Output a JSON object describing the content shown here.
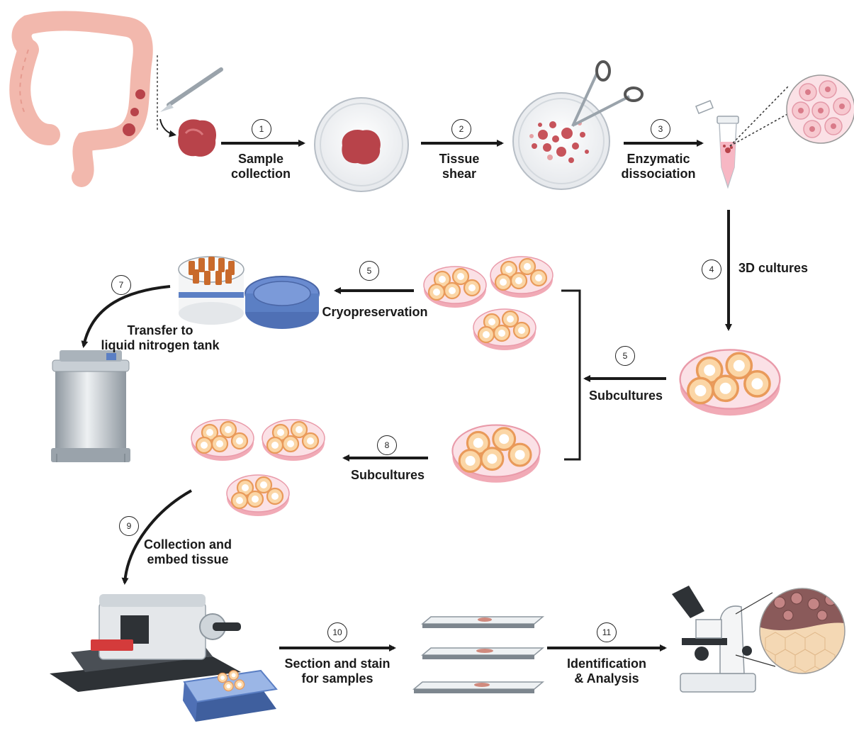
{
  "steps": [
    {
      "number": "1",
      "label_lines": [
        "Sample",
        "collection"
      ]
    },
    {
      "number": "2",
      "label_lines": [
        "Tissue",
        "shear"
      ]
    },
    {
      "number": "3",
      "label_lines": [
        "Enzymatic",
        "dissociation"
      ]
    },
    {
      "number": "4",
      "label_lines": [
        "3D cultures"
      ]
    },
    {
      "number": "5",
      "label_lines": [
        "Subcultures"
      ]
    },
    {
      "number": "5",
      "label_lines": [
        "Cryopreservation"
      ]
    },
    {
      "number": "7",
      "label_lines": [
        "Transfer to",
        "liquid nitrogen tank"
      ]
    },
    {
      "number": "8",
      "label_lines": [
        "Subcultures"
      ]
    },
    {
      "number": "9",
      "label_lines": [
        "Collection and",
        "embed tissue"
      ]
    },
    {
      "number": "10",
      "label_lines": [
        "Section and stain",
        "for samples"
      ]
    },
    {
      "number": "11",
      "label_lines": [
        "Identification",
        "& Analysis"
      ]
    }
  ],
  "colors": {
    "colon": "#f2b8ad",
    "tissue": "#b8434a",
    "dish_pink": "#f7c9d0",
    "organoid": "#f4a860",
    "arrow": "#1a1a1a",
    "steel": "#b9c1c9",
    "blue_box": "#5b7fc4"
  },
  "icons": [
    "colon-icon",
    "scalpel-icon",
    "tissue-sample-icon",
    "petri-dish-icon",
    "scissors-icon",
    "centrifuge-tube-icon",
    "cell-zoom-icon",
    "cryo-rack-icon",
    "cryo-box-lid-icon",
    "liquid-nitrogen-tank-icon",
    "microtome-icon",
    "slide-icon",
    "microscope-icon",
    "tissue-zoom-icon"
  ]
}
